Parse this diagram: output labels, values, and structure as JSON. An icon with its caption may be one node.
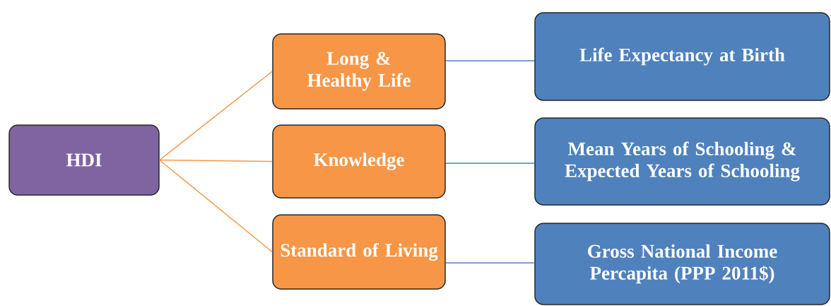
{
  "diagram": {
    "nodes": [
      {
        "text": [
          "HDI"
        ]
      },
      {
        "text": [
          "Long & Healthy Life"
        ]
      },
      {
        "text": [
          "Knowledge"
        ]
      },
      {
        "text": [
          "Standard of Living"
        ]
      },
      {
        "text": [
          "Life Expectancy at Birth"
        ]
      },
      {
        "text": [
          "Mean Years of Schooling & Expected Years of Schooling"
        ]
      },
      {
        "text": [
          "Gross National Income Percapita (PPP 2011$)"
        ]
      }
    ],
    "edges": [
      {
        "from": 0,
        "to": 1,
        "arrow": "none"
      },
      {
        "from": 0,
        "to": 2,
        "arrow": "none"
      },
      {
        "from": 0,
        "to": 3,
        "arrow": "none"
      },
      {
        "from": 1,
        "to": 4,
        "arrow": "none",
        "color": "#4f81bd"
      },
      {
        "from": 2,
        "to": 5,
        "arrow": "none",
        "color": "#4f81bd"
      },
      {
        "from": 3,
        "to": 6,
        "arrow": "none",
        "color": "#4f81bd"
      }
    ]
  }
}
